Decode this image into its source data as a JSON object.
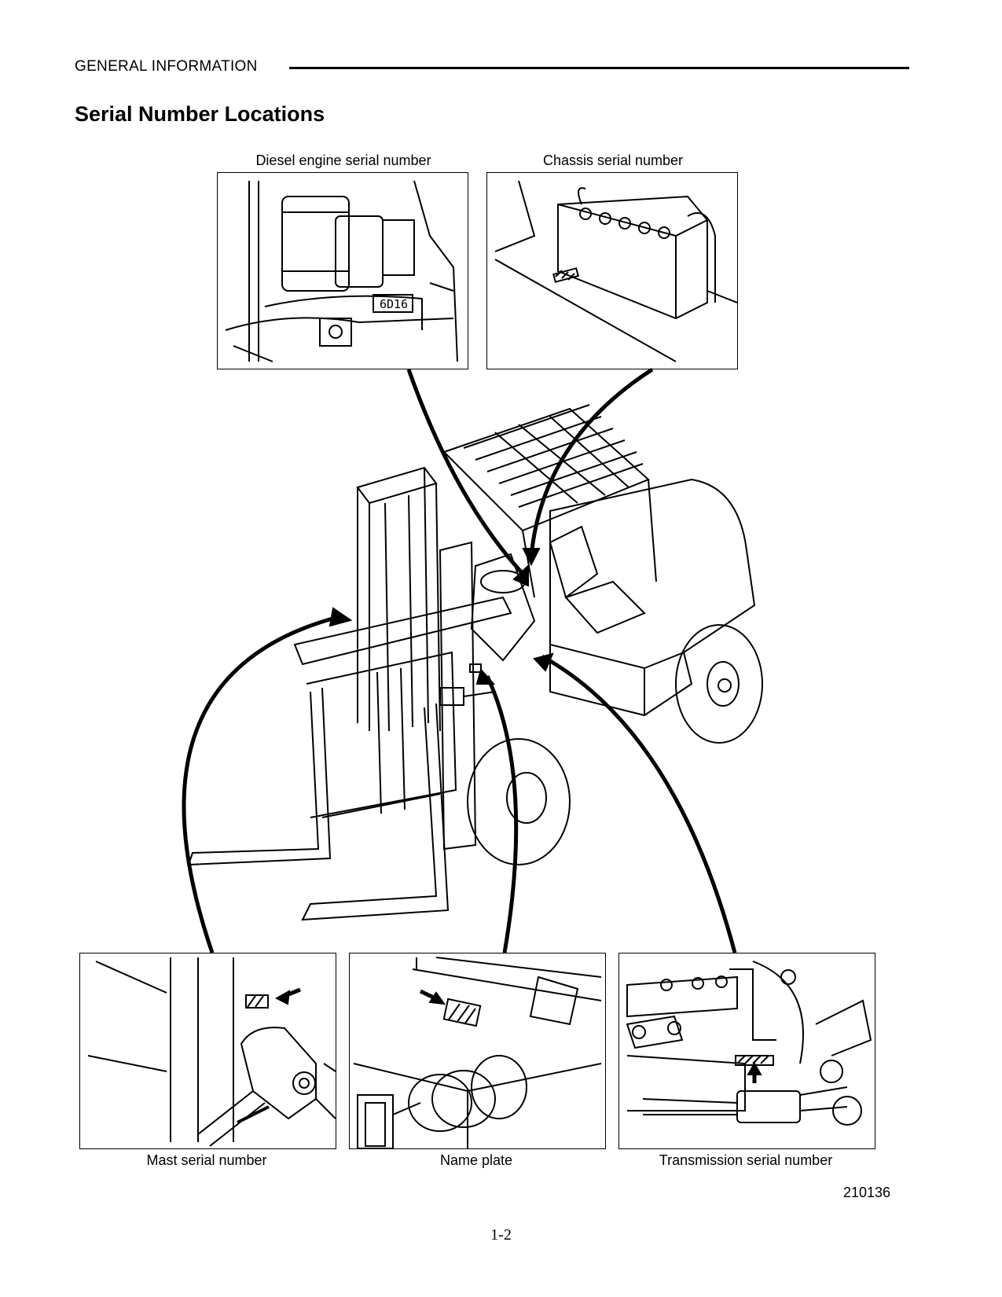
{
  "header": {
    "section_label": "GENERAL  INFORMATION",
    "title": "Serial Number Locations"
  },
  "panels": {
    "diesel_engine": {
      "caption": "Diesel engine serial number",
      "stamp_text": "6D16"
    },
    "chassis": {
      "caption": "Chassis serial number"
    },
    "mast": {
      "caption": "Mast serial number"
    },
    "name_plate": {
      "caption": "Name plate"
    },
    "transmission": {
      "caption": "Transmission serial number"
    }
  },
  "footer": {
    "figure_number": "210136",
    "page_number": "1-2"
  }
}
